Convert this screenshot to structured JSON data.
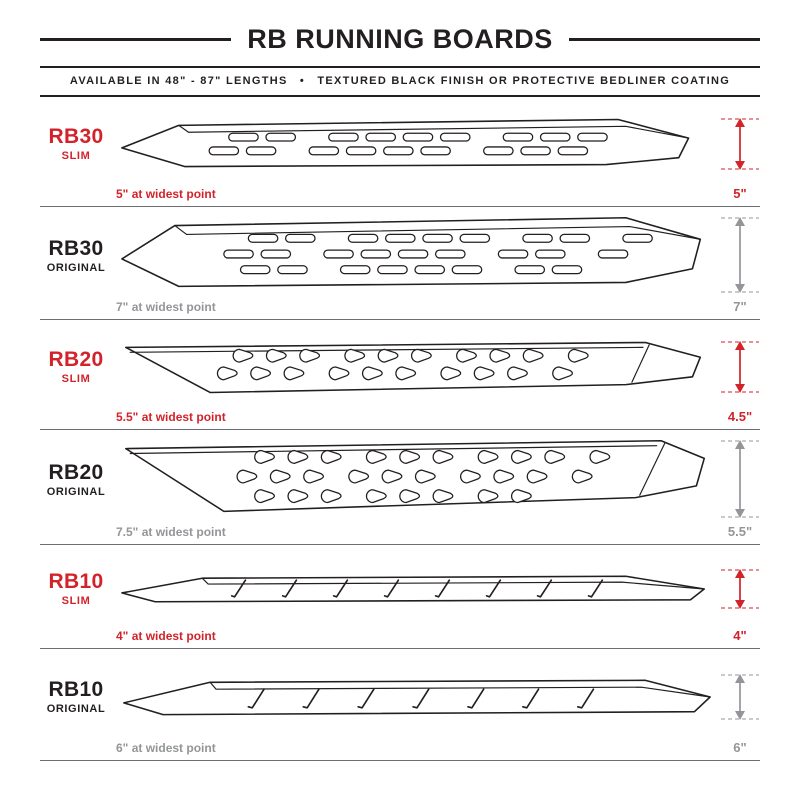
{
  "header": {
    "title": "RB RUNNING BOARDS",
    "subtitle": "AVAILABLE IN 48\" - 87\" LENGTHS • TEXTURED BLACK FINISH OR PROTECTIVE BEDLINER COATING"
  },
  "rows": [
    {
      "model": "RB30",
      "variant": "SLIM",
      "widest_label": "5\" at widest point",
      "height_label": "5\""
    },
    {
      "model": "RB30",
      "variant": "ORIGINAL",
      "widest_label": "7\" at widest point",
      "height_label": "7\""
    },
    {
      "model": "RB20",
      "variant": "SLIM",
      "widest_label": "5.5\" at widest point",
      "height_label": "4.5\""
    },
    {
      "model": "RB20",
      "variant": "ORIGINAL",
      "widest_label": "7.5\" at widest point",
      "height_label": "5.5\""
    },
    {
      "model": "RB10",
      "variant": "SLIM",
      "widest_label": "4\" at widest point",
      "height_label": "4\""
    },
    {
      "model": "RB10",
      "variant": "ORIGINAL",
      "widest_label": "6\" at widest point",
      "height_label": "6\""
    }
  ],
  "colors": {
    "accent_red": "#d2232a",
    "ink_black": "#231f20",
    "muted_gray": "#939598"
  }
}
